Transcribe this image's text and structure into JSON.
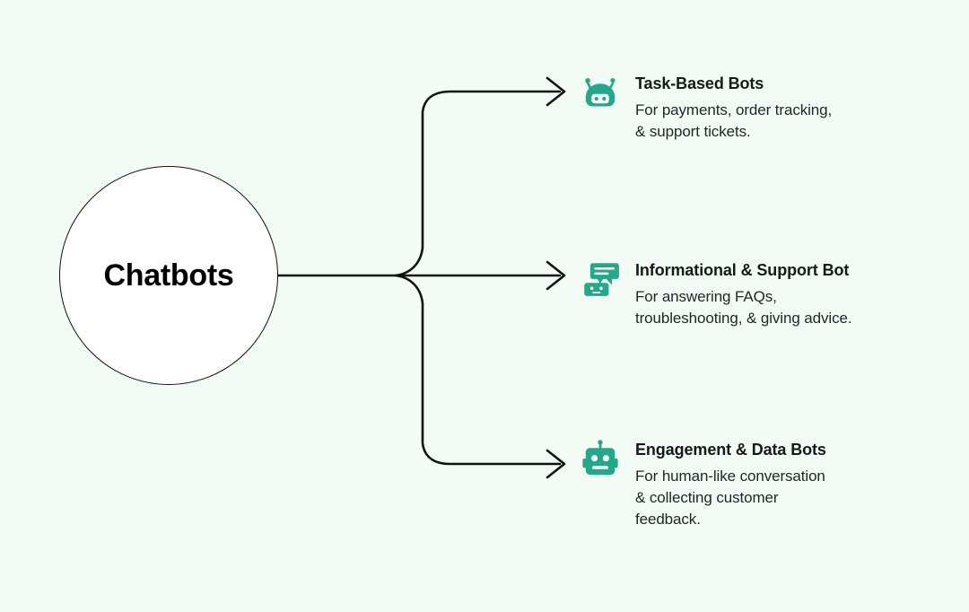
{
  "diagram": {
    "type": "radial-branch-map",
    "background_color": "#f2fbf4",
    "accent_color": "#22a98c",
    "line_color": "#111111",
    "hub": {
      "label": "Chatbots",
      "shape": "circle",
      "fill": "#ffffff",
      "border_color": "#111111"
    },
    "branches": [
      {
        "icon": "robot-head-antennae-icon",
        "title": "Task-Based Bots",
        "description": "For payments, order tracking,\n& support tickets."
      },
      {
        "icon": "chat-bubble-robot-icon",
        "title": "Informational & Support Bot",
        "description": "For answering FAQs,\ntroubleshooting, & giving advice."
      },
      {
        "icon": "robot-face-icon",
        "title": "Engagement & Data Bots",
        "description": "For human-like conversation\n& collecting customer\nfeedback."
      }
    ],
    "connectors": {
      "trunk_label": "hub-to-split-trunk",
      "arrow_style": "open-chevron",
      "count": 3
    }
  }
}
